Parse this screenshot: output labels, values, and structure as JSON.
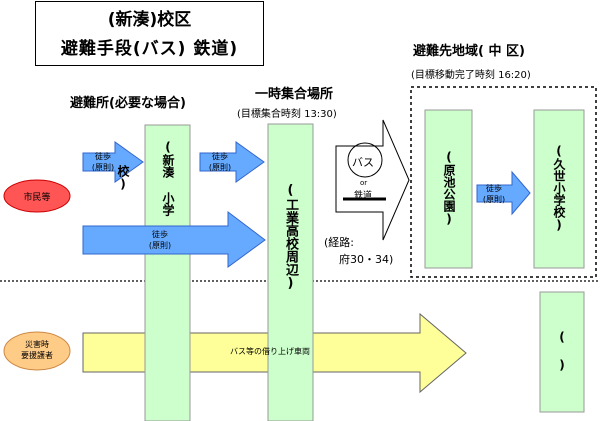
{
  "title": {
    "line1": "(新湊)校区",
    "line2": "避難手段(バス) 鉄道)"
  },
  "shelter_header": "避難所(必要な場合)",
  "assembly_header": "一時集合場所",
  "assembly_target": "(目標集合時刻 13:30)",
  "evac_area_header": "避難先地域( 中 区)",
  "evac_area_target": "(目標移動完了時刻 16:20)",
  "residents_label": "市民等",
  "disaster_label_line1": "災害時",
  "disaster_label_line2": "要援護者",
  "shelter_box": "(新湊 小学校)",
  "assembly_box": "(工業高校周辺)",
  "dest1_box": "(原池公園)",
  "dest2_box": "(久世小学校)",
  "dest3_box": "(  )",
  "walk_label_line1": "徒歩",
  "walk_label_line2": "(原則)",
  "bus_option": "バス",
  "or_label": "or",
  "rail_option": "鉄道",
  "route_line1": "(経路:",
  "route_line2": "府30・34)",
  "bus_arrow_label": "バス等の借り上げ車両",
  "colors": {
    "box_green": "#ccffcc",
    "arrow_blue": "#66aaff",
    "arrow_yellow": "#ffff99",
    "oval_red": "#ff5555",
    "oval_orange": "#ffcc88"
  }
}
